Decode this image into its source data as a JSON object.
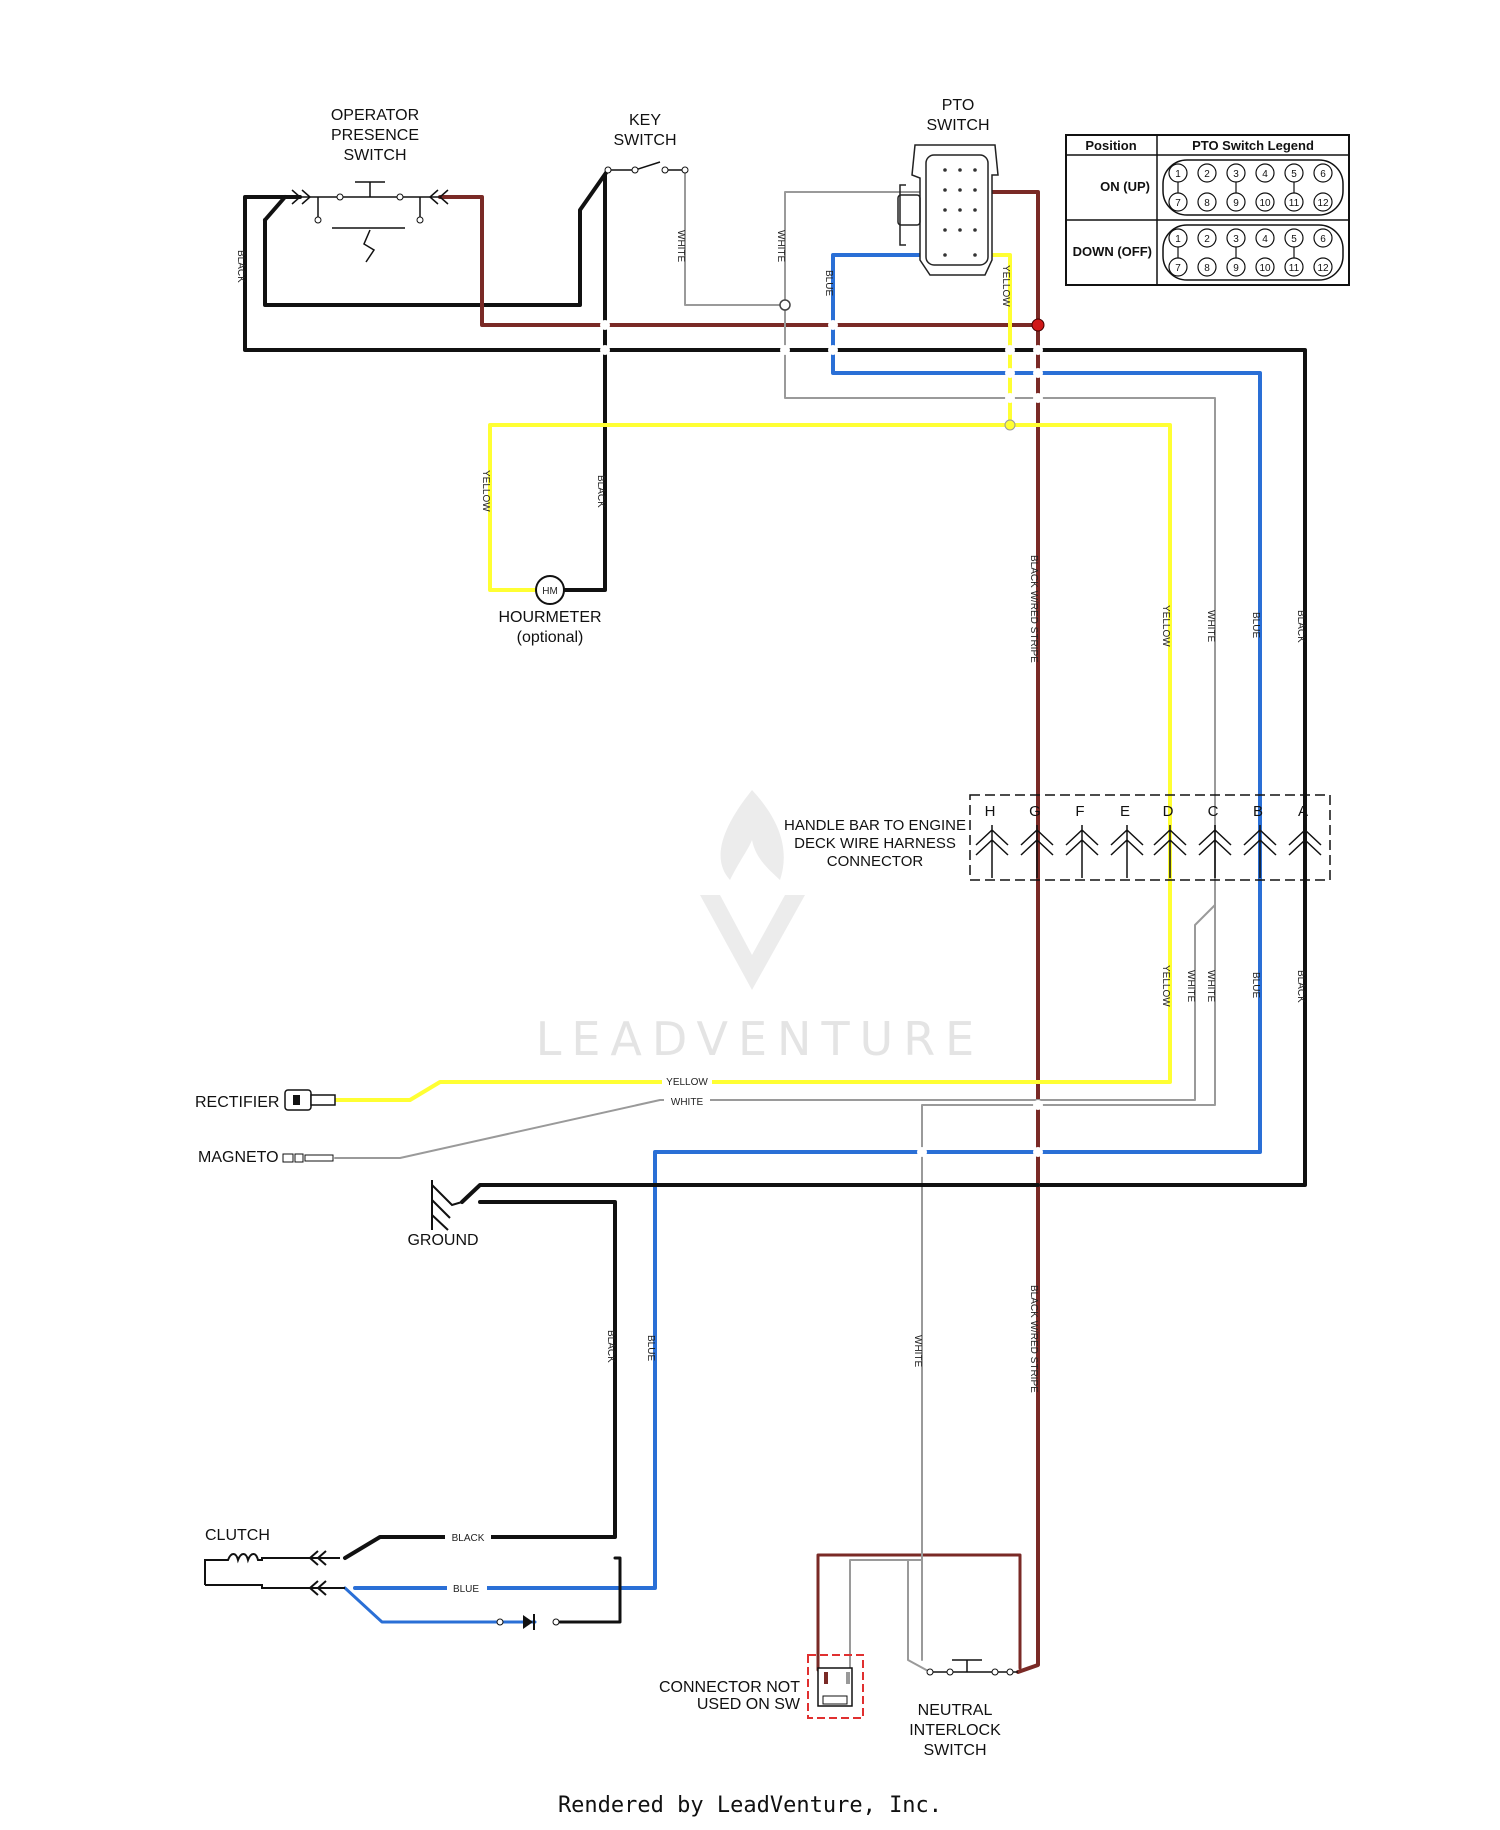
{
  "components": {
    "operator_presence_switch": [
      "OPERATOR",
      "PRESENCE",
      "SWITCH"
    ],
    "key_switch": [
      "KEY",
      "SWITCH"
    ],
    "pto_switch": [
      "PTO",
      "SWITCH"
    ],
    "hourmeter": [
      "HOURMETER",
      "(optional)"
    ],
    "hourmeter_symbol": "HM",
    "harness_connector": [
      "HANDLE BAR TO ENGINE",
      "DECK WIRE HARNESS",
      "CONNECTOR"
    ],
    "rectifier": "RECTIFIER",
    "magneto": "MAGNETO",
    "ground": "GROUND",
    "clutch": "CLUTCH",
    "connector_not_used": [
      "CONNECTOR NOT",
      "USED ON SW"
    ],
    "neutral_interlock_switch": [
      "NEUTRAL",
      "INTERLOCK",
      "SWITCH"
    ]
  },
  "legend": {
    "header_position": "Position",
    "header_title": "PTO Switch Legend",
    "rows": [
      "ON (UP)",
      "DOWN (OFF)"
    ],
    "top_pins": [
      "1",
      "2",
      "3",
      "4",
      "5",
      "6"
    ],
    "bottom_pins": [
      "7",
      "8",
      "9",
      "10",
      "11",
      "12"
    ]
  },
  "connector_pins": [
    "H",
    "G",
    "F",
    "E",
    "D",
    "C",
    "B",
    "A"
  ],
  "wire_labels": {
    "black": "BLACK",
    "white": "WHITE",
    "blue": "BLUE",
    "yellow": "YELLOW",
    "black_red_stripe": "BLACK W/RED STRIPE"
  },
  "colors": {
    "black": "#111111",
    "red_stripe": "#7a2a26",
    "blue": "#2a6fd6",
    "yellow": "#ffff33",
    "white_wire": "#9a9a9a",
    "connector_dash": "#e03030"
  },
  "watermark": "LEADVENTURE",
  "footer": "Rendered by LeadVenture, Inc."
}
